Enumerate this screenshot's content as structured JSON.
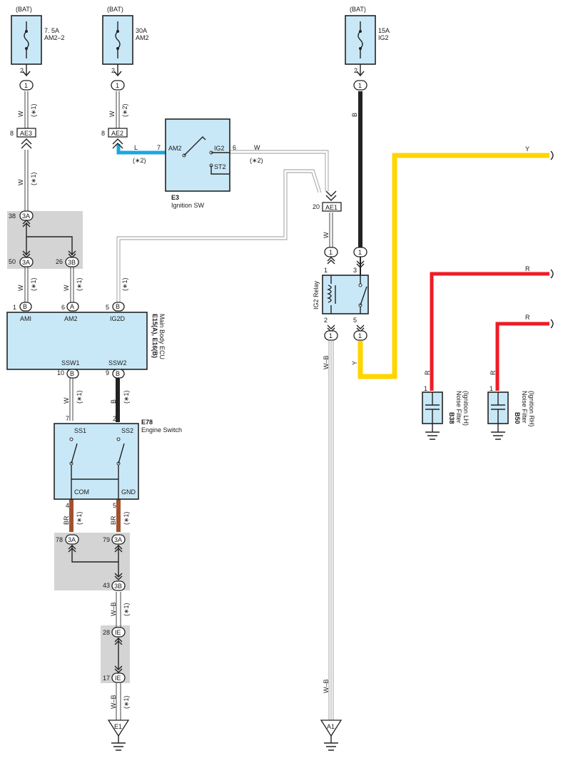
{
  "fuses": [
    {
      "source": "(BAT)",
      "rating": "7. 5A",
      "name": "AM2–2",
      "pin": "2"
    },
    {
      "source": "(BAT)",
      "rating": "30A",
      "name": "AM2",
      "pin": "2"
    },
    {
      "source": "(BAT)",
      "rating": "15A",
      "name": "IG2",
      "pin": "2"
    }
  ],
  "connectors": {
    "one": "1",
    "ae3": {
      "pin": "8",
      "name": "AE3"
    },
    "ae2": {
      "pin": "8",
      "name": "AE2"
    },
    "ae1": {
      "pin": "20",
      "name": "AE1"
    },
    "j38": {
      "pin": "38",
      "name": "3A"
    },
    "j50": {
      "pin": "50",
      "name": "3A"
    },
    "j26": {
      "pin": "26",
      "name": "3B"
    },
    "j78": {
      "pin": "78",
      "name": "3A"
    },
    "j79": {
      "pin": "79",
      "name": "3A"
    },
    "j43": {
      "pin": "43",
      "name": "3B"
    },
    "j28": {
      "pin": "28",
      "name": "IE"
    },
    "j17": {
      "pin": "17",
      "name": "IE"
    }
  },
  "wires": {
    "w": "W",
    "l": "L",
    "b": "B",
    "y": "Y",
    "r": "R",
    "br": "BR",
    "wb": "W–B",
    "note1": "(∗1)",
    "note2": "(∗2)"
  },
  "ignition_sw": {
    "code": "E3",
    "name": "Ignition SW",
    "am2": "AM2",
    "ig2": "IG2",
    "st2": "ST2",
    "pin_am2": "7",
    "pin_ig2": "6"
  },
  "ecu": {
    "code": "E15(A), E16(B)",
    "name": "Main Body ECU",
    "ami": "AMI",
    "am2": "AM2",
    "ig2d": "IG2D",
    "ssw1": "SSW1",
    "ssw2": "SSW2",
    "pin_ami": "1",
    "conn_ami": "B",
    "pin_am2": "6",
    "conn_am2": "A",
    "pin_ig2d": "5",
    "conn_ig2d": "B",
    "pin_ssw1": "10",
    "conn_ssw1": "B",
    "pin_ssw2": "9",
    "conn_ssw2": "B"
  },
  "engine_switch": {
    "code": "E78",
    "name": "Engine Switch",
    "ss1": "SS1",
    "ss2": "SS2",
    "com": "COM",
    "gnd": "GND",
    "pin_ss1": "7",
    "pin_ss2": "2",
    "pin_com": "4",
    "pin_gnd": "5"
  },
  "relay": {
    "name": "IG2 Relay",
    "p1": "1",
    "p2": "2",
    "p3": "3",
    "p5": "5"
  },
  "noise_lh": {
    "code": "B38",
    "name": "Noise Filter",
    "sub": "(Ignition LH)",
    "pin": "1"
  },
  "noise_rh": {
    "code": "B50",
    "name": "Noise Filter",
    "sub": "(Ignition RH)",
    "pin": "1"
  },
  "grounds": {
    "e1": "E1",
    "a1": "A1"
  },
  "colors": {
    "component_fill": "#c9e8f7",
    "wire_blue": "#1aa7e0",
    "wire_yellow": "#ffd500",
    "wire_red": "#ee1c25",
    "wire_brown": "#a0522d",
    "wire_black": "#222222",
    "shade": "#d4d4d4"
  }
}
